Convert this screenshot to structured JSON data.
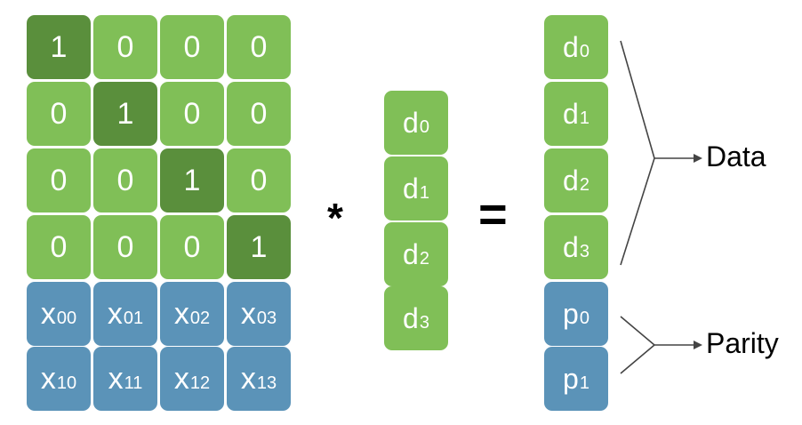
{
  "matrix": {
    "rows": [
      [
        "1",
        "0",
        "0",
        "0"
      ],
      [
        "0",
        "1",
        "0",
        "0"
      ],
      [
        "0",
        "0",
        "1",
        "0"
      ],
      [
        "0",
        "0",
        "0",
        "1"
      ]
    ],
    "parity_rows": [
      [
        {
          "base": "x",
          "sub": "00"
        },
        {
          "base": "x",
          "sub": "01"
        },
        {
          "base": "x",
          "sub": "02"
        },
        {
          "base": "x",
          "sub": "03"
        }
      ],
      [
        {
          "base": "x",
          "sub": "10"
        },
        {
          "base": "x",
          "sub": "11"
        },
        {
          "base": "x",
          "sub": "12"
        },
        {
          "base": "x",
          "sub": "13"
        }
      ]
    ]
  },
  "multiply_symbol": "*",
  "equals_symbol": "=",
  "data_vector": [
    {
      "base": "d",
      "sub": "0"
    },
    {
      "base": "d",
      "sub": "1"
    },
    {
      "base": "d",
      "sub": "2"
    },
    {
      "base": "d",
      "sub": "3"
    }
  ],
  "result_vector": [
    {
      "base": "d",
      "sub": "0",
      "kind": "data"
    },
    {
      "base": "d",
      "sub": "1",
      "kind": "data"
    },
    {
      "base": "d",
      "sub": "2",
      "kind": "data"
    },
    {
      "base": "d",
      "sub": "3",
      "kind": "data"
    },
    {
      "base": "p",
      "sub": "0",
      "kind": "parity"
    },
    {
      "base": "p",
      "sub": "1",
      "kind": "parity"
    }
  ],
  "labels": {
    "data": "Data",
    "parity": "Parity"
  },
  "colors": {
    "identity_light": "#80bf57",
    "identity_diagonal": "#5a8f3c",
    "parity_blue": "#5b93b8"
  }
}
